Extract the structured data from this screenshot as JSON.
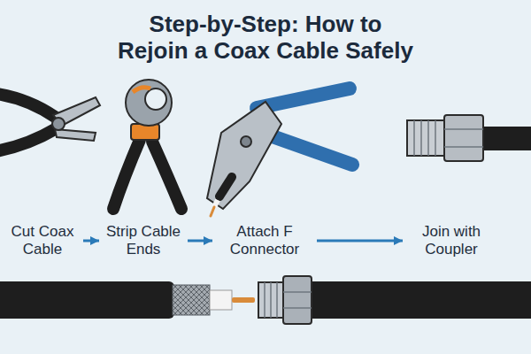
{
  "diagram": {
    "title": "Step-by-Step: How to Rejoin a Coax Cable Safely",
    "nodes": [
      {
        "text": [
          "Cut Coax Cable"
        ]
      },
      {
        "text": [
          "Strip Cable Ends"
        ]
      },
      {
        "text": [
          "Attach F Connector"
        ]
      },
      {
        "text": [
          "Join with Coupler"
        ]
      }
    ],
    "edges": [
      {
        "from": 0,
        "to": 1,
        "arrow": "to"
      },
      {
        "from": 1,
        "to": 2,
        "arrow": "to"
      },
      {
        "from": 2,
        "to": 3,
        "arrow": "to"
      }
    ]
  }
}
